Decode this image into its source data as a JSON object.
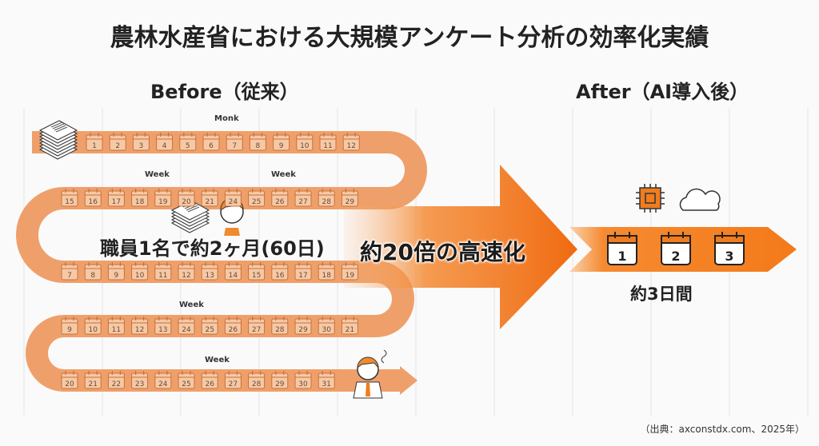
{
  "title": "農林水産省における大規模アンケート分析の効率化実績",
  "before": {
    "heading": "Before（従来）",
    "summary": "職員1名で約2ヶ月(60日)",
    "labels": [
      "Monk",
      "Week",
      "Week",
      "Week",
      "Week"
    ],
    "rows": [
      [
        "1",
        "2",
        "3",
        "4",
        "5",
        "6",
        "7",
        "8",
        "9",
        "10",
        "11",
        "12"
      ],
      [
        "15",
        "16",
        "17",
        "18",
        "19",
        "20",
        "21",
        "24",
        "25",
        "26",
        "27",
        "28",
        "29"
      ],
      [
        "7",
        "8",
        "9",
        "10",
        "11",
        "12",
        "13",
        "14",
        "15",
        "16",
        "17",
        "18",
        "19"
      ],
      [
        "9",
        "10",
        "11",
        "12",
        "13",
        "24",
        "25",
        "26",
        "27",
        "28",
        "29",
        "30",
        "21"
      ],
      [
        "20",
        "21",
        "22",
        "23",
        "24",
        "25",
        "26",
        "27",
        "28",
        "29",
        "30",
        "31"
      ]
    ]
  },
  "speedup": "約20倍の高速化",
  "after": {
    "heading": "After（AI導入後）",
    "days": [
      "1",
      "2",
      "3"
    ],
    "summary": "約3日間",
    "icons": [
      "cpu-chip-icon",
      "cloud-icon"
    ]
  },
  "source": "（出典：axconstdx.com、2025年）",
  "colors": {
    "accent": "#f07c1e",
    "road": "#efa06a",
    "road_edge": "#e48a4c",
    "calendar_fill": "#f6c9a6"
  }
}
